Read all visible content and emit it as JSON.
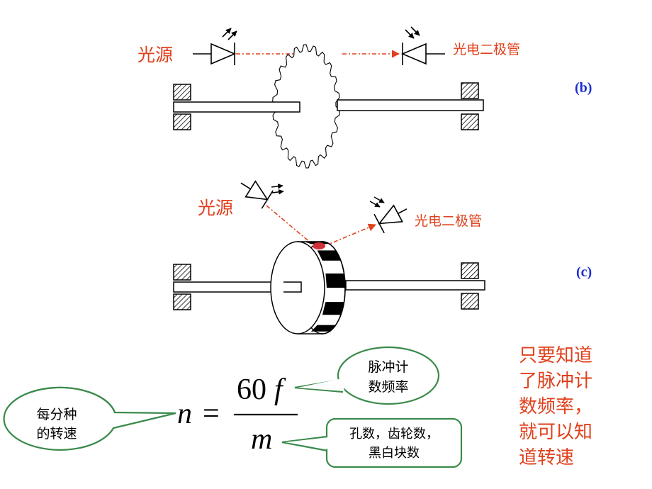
{
  "diagram_b": {
    "light_source_label": "光源",
    "photodiode_label": "光电二极管",
    "figure_tag": "(b)"
  },
  "diagram_c": {
    "light_source_label": "光源",
    "photodiode_label": "光电二极管",
    "figure_tag": "(c)"
  },
  "formula": {
    "lhs": "n",
    "equals": "=",
    "numerator_coef": "60",
    "numerator_var": "f",
    "denominator": "m"
  },
  "callouts": {
    "speed": [
      "每分种",
      "的转速"
    ],
    "pulse_freq": [
      "脉冲计",
      "数频率"
    ],
    "counts": [
      "孔数，齿轮数，",
      "黑白块数"
    ]
  },
  "note": [
    "只要知道",
    "了脉冲计",
    "数频率，",
    "就可以知",
    "道转速"
  ],
  "colors": {
    "red_text": "#e0401c",
    "blue_text": "#1a2fd0",
    "callout_border": "#3a8a4a"
  }
}
